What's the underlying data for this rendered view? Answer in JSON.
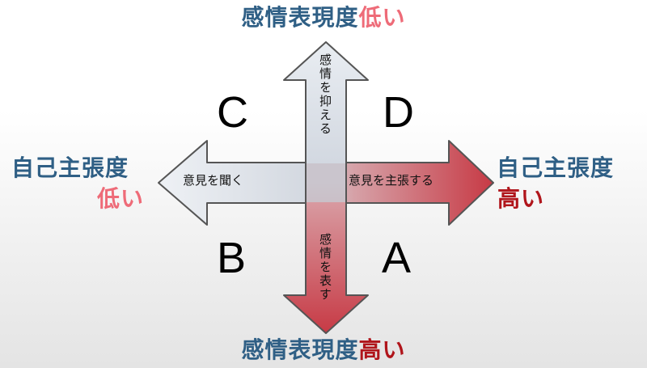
{
  "labels": {
    "top_main": "感情表現度",
    "top_level": "低い",
    "bottom_main": "感情表現度",
    "bottom_level": "高い",
    "left_main": "自己主張度",
    "left_level": "低い",
    "right_main": "自己主張度",
    "right_level": "高い"
  },
  "quadrants": {
    "top_left": "C",
    "top_right": "D",
    "bottom_left": "B",
    "bottom_right": "A"
  },
  "arrows": {
    "up": "感情を抑える",
    "down": "感情を表す",
    "left": "意見を聞く",
    "right": "意見を主張する"
  },
  "colors": {
    "label_blue": "#2f5f85",
    "label_pink": "#ee6b78",
    "label_dark_red": "#b0151b",
    "arrow_light": "#dde2ea",
    "arrow_red": "#c8404a"
  }
}
